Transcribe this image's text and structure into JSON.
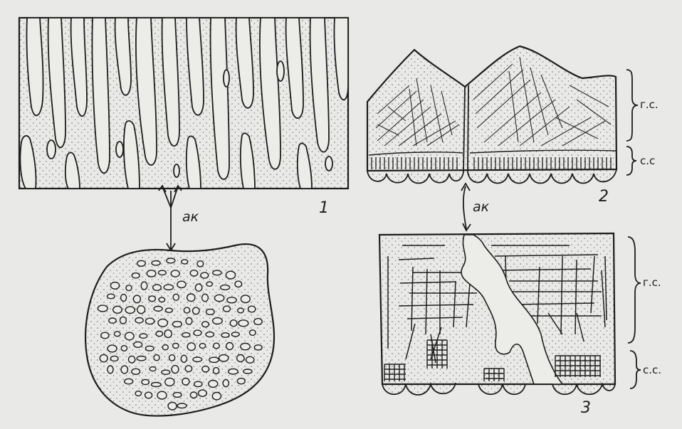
{
  "figure": {
    "labels": {
      "ak_left": "ак",
      "ak_right": "ак",
      "fig1": "1",
      "fig2": "2",
      "fig3": "3",
      "gs_top": "г.с.",
      "ss_top": "с.с",
      "gs_bottom": "г.с.",
      "ss_bottom": "с.с."
    },
    "colors": {
      "background": "#e9e9e7",
      "ink": "#1d1d1d",
      "stipple": "#6b6b6b"
    }
  }
}
